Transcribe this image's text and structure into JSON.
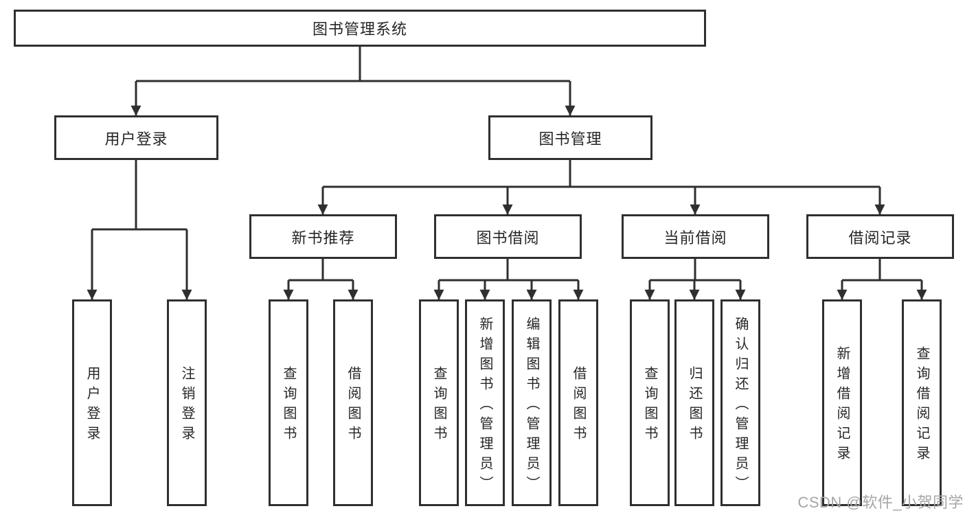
{
  "colors": {
    "line": "#2f2f2f",
    "box_border": "#2f2f2f",
    "text": "#262626",
    "watermark": "#a6a6a6",
    "background": "#ffffff"
  },
  "tree": {
    "label": "图书管理系统",
    "children": [
      {
        "label": "用户登录",
        "children": [
          {
            "label": "用户登录"
          },
          {
            "label": "注销登录"
          }
        ]
      },
      {
        "label": "图书管理",
        "children": [
          {
            "label": "新书推荐",
            "children": [
              {
                "label": "查询图书"
              },
              {
                "label": "借阅图书"
              }
            ]
          },
          {
            "label": "图书借阅",
            "children": [
              {
                "label": "查询图书"
              },
              {
                "label": "新增图书（管理员）"
              },
              {
                "label": "编辑图书（管理员）"
              },
              {
                "label": "借阅图书"
              }
            ]
          },
          {
            "label": "当前借阅",
            "children": [
              {
                "label": "查询图书"
              },
              {
                "label": "归还图书"
              },
              {
                "label": "确认归还（管理员）"
              }
            ]
          },
          {
            "label": "借阅记录",
            "children": [
              {
                "label": "新增借阅记录"
              },
              {
                "label": "查询借阅记录"
              }
            ]
          }
        ]
      }
    ]
  },
  "watermark": {
    "text": "CSDN @软件_小贺同学"
  }
}
